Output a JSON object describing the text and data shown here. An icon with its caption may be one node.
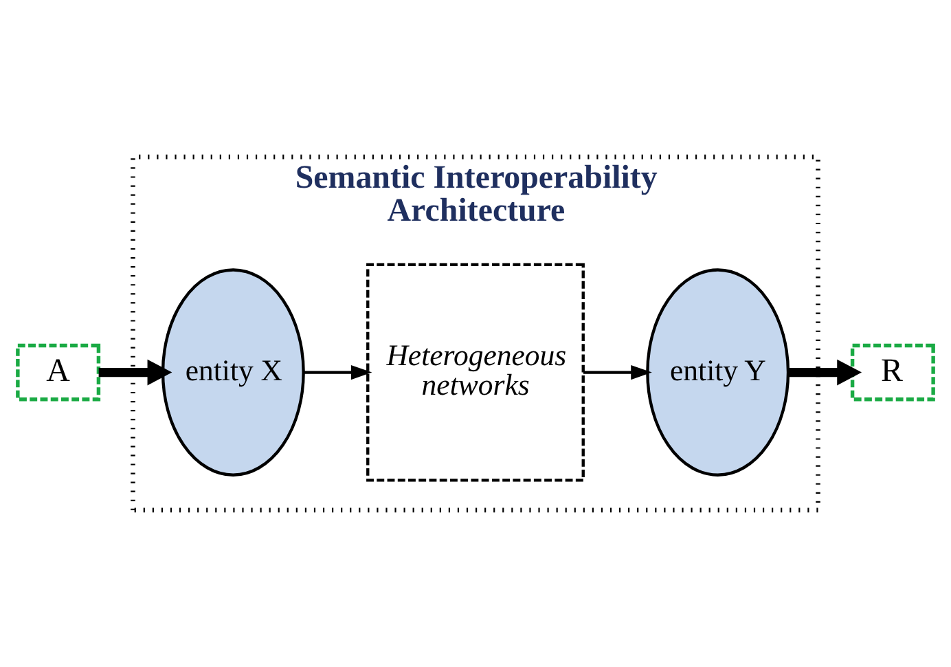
{
  "diagram": {
    "nodes": [
      {
        "text": [
          "Semantic Interoperability Architecture"
        ]
      },
      {
        "text": [
          "A"
        ]
      },
      {
        "text": [
          "entity X"
        ],
        "in": 0
      },
      {
        "text": [
          "Heterogeneous networks"
        ],
        "in": 0
      },
      {
        "text": [
          "entity Y"
        ],
        "in": 0
      },
      {
        "text": [
          "R"
        ]
      }
    ],
    "edges": [
      {
        "from": 1,
        "to": 2,
        "arrow": "to",
        "style": "thick"
      },
      {
        "from": 2,
        "to": 3,
        "arrow": "to"
      },
      {
        "from": 3,
        "to": 4,
        "arrow": "to"
      },
      {
        "from": 4,
        "to": 5,
        "arrow": "to",
        "style": "thick"
      }
    ]
  }
}
